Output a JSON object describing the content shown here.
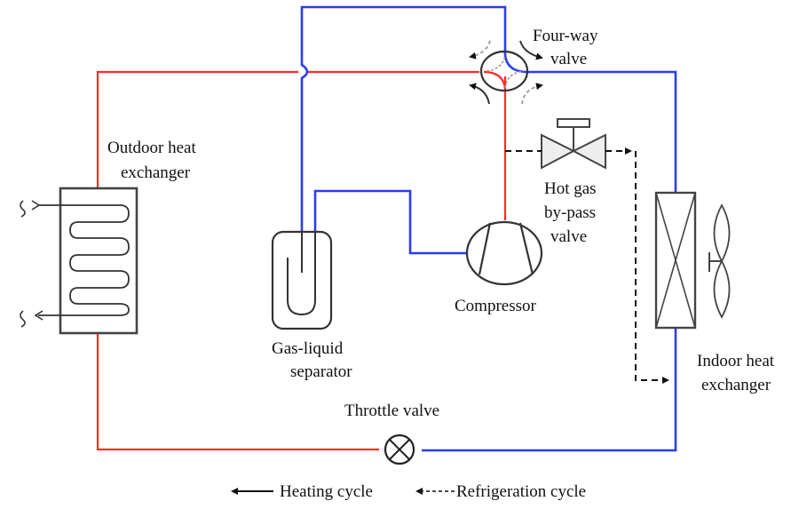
{
  "diagram": {
    "title": "Heat pump system with hot gas by-pass",
    "colors": {
      "heating_pipe": "#ff2a2a",
      "refrigeration_pipe": "#2a3cf0",
      "component": "#333333"
    },
    "components": {
      "four_way_valve": {
        "line1": "Four-way",
        "line2": "valve"
      },
      "outdoor_heat_exchanger": {
        "line1": "Outdoor heat",
        "line2": "exchanger"
      },
      "hot_gas_bypass_valve": {
        "line1": "Hot gas",
        "line2": "by-pass",
        "line3": "valve"
      },
      "compressor": {
        "label": "Compressor"
      },
      "gas_liquid_separator": {
        "line1": "Gas-liquid",
        "line2": "separator"
      },
      "indoor_heat_exchanger": {
        "line1": "Indoor heat",
        "line2": "exchanger"
      },
      "throttle_valve": {
        "label": "Throttle valve"
      }
    },
    "legend": {
      "heating": "Heating cycle",
      "refrigeration": "Refrigeration cycle"
    }
  }
}
